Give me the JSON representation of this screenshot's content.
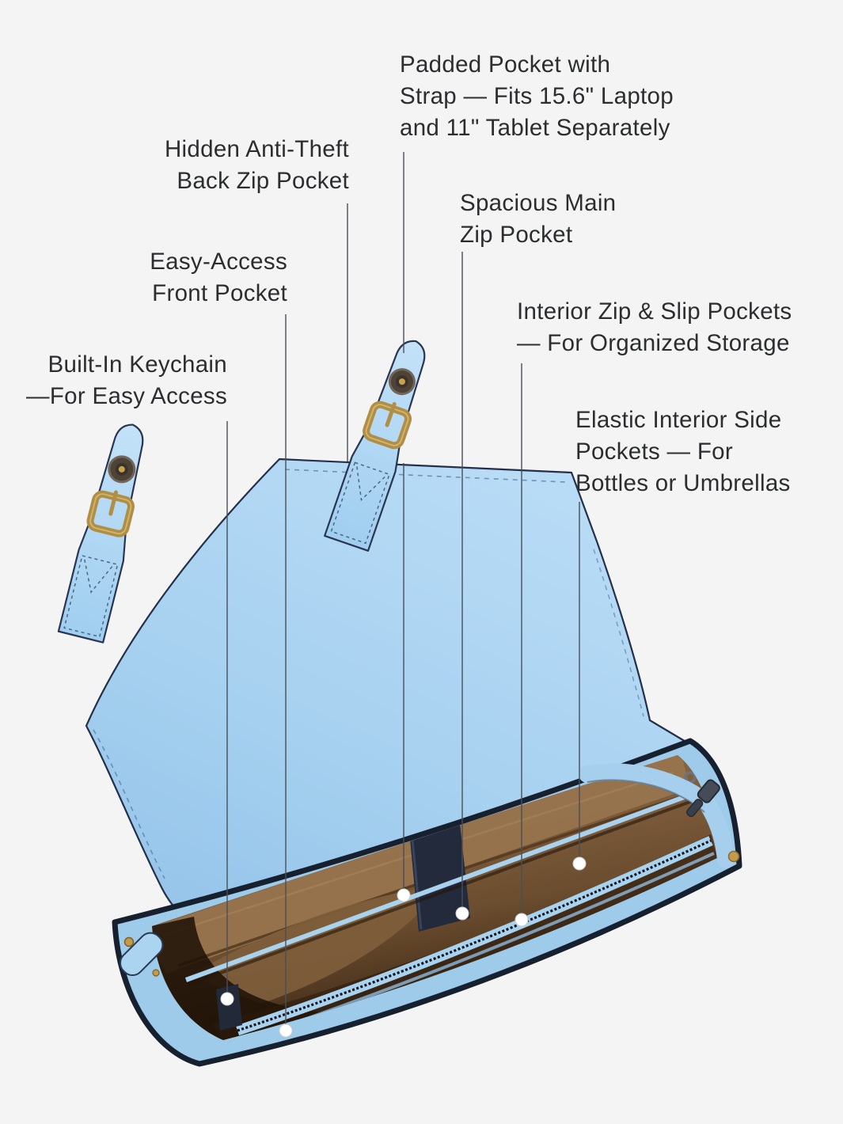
{
  "page": {
    "type": "product-feature-diagram",
    "subject": "light blue leather work tote shown open from above with feature callouts",
    "background_color": "#f4f4f5"
  },
  "colors": {
    "bag_blue": "#a9d3f1",
    "strap_blue": "#b3d9f4",
    "outline_navy": "#2a3550",
    "piping_dark": "#17202e",
    "lining_brown": "#6b4d2f",
    "lining_shadow": "#241508",
    "elastic_navy": "#222a3c",
    "hardware_brass": "#b18e45",
    "hardware_gunmetal": "#454b57",
    "callout_line": "#4a4f55",
    "callout_dot": "#ffffff",
    "text": "#2b2d2e"
  },
  "callouts": [
    {
      "id": "padded-laptop-pocket",
      "text": "Padded Pocket with\nStrap — Fits 15.6\" Laptop\nand 11\" Tablet Separately",
      "align": "left"
    },
    {
      "id": "anti-theft-pocket",
      "text": "Hidden Anti-Theft\nBack Zip Pocket",
      "align": "right"
    },
    {
      "id": "main-zip-pocket",
      "text": "Spacious Main\nZip Pocket",
      "align": "left"
    },
    {
      "id": "front-pocket",
      "text": "Easy-Access\nFront Pocket",
      "align": "right"
    },
    {
      "id": "interior-pockets",
      "text": "Interior Zip & Slip Pockets\n— For Organized Storage",
      "align": "left"
    },
    {
      "id": "keychain",
      "text": "Built-In Keychain\n—For Easy Access",
      "align": "right"
    },
    {
      "id": "elastic-side-pockets",
      "text": "Elastic Interior Side\nPockets — For\nBottles or Umbrellas",
      "align": "left"
    }
  ]
}
